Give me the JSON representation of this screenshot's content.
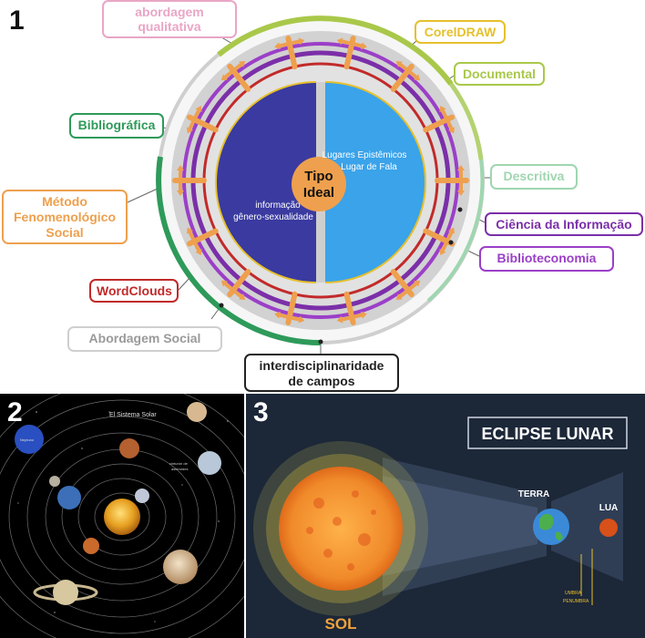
{
  "panel1": {
    "number": "1",
    "center": {
      "line1": "Tipo",
      "line2": "Ideal"
    },
    "left_text": {
      "line1": "informação",
      "line2": "gênero-sexualidade"
    },
    "right_text": {
      "line1": "Lugares Epistêmicos",
      "line2": "Lugar de Fala"
    },
    "labels": {
      "abordagem_qualitativa": {
        "line1": "abordagem",
        "line2": "qualitativa"
      },
      "coreldraw": "CorelDRAW",
      "documental": "Documental",
      "bibliografica": "Bibliográfica",
      "descritiva": "Descritiva",
      "metodo": {
        "line1": "Método",
        "line2": "Fenomenológico",
        "line3": "Social"
      },
      "ciencia": "Ciência da Informação",
      "biblioteconomia": "Biblioteconomia",
      "wordclouds": "WordClouds",
      "abordagem_social": "Abordagem Social",
      "interdisciplinaridade": {
        "line1": "interdisciplinaridade",
        "line2": "de campos"
      }
    },
    "colors": {
      "pink": "#e9a6c6",
      "yellow": "#e6c02c",
      "lime": "#a9c84a",
      "green": "#2e9a5a",
      "mint": "#9fd6b0",
      "orange": "#eea04e",
      "purple": "#7b2fa8",
      "violet": "#9b3fc8",
      "red": "#c22a2a",
      "grey": "#cfcfcf",
      "black": "#222222",
      "dark_blue": "#3a3aa0",
      "light_blue": "#3aa3ea"
    }
  },
  "panel2": {
    "number": "2",
    "title": "El Sistema Solar",
    "belt_label": {
      "line1": "cinturón de",
      "line2": "asteroides"
    },
    "neptune_label": "Neptuno"
  },
  "panel3": {
    "number": "3",
    "title": "ECLIPSE LUNAR",
    "earth": "TERRA",
    "moon": "LUA",
    "sun": "SOL",
    "umbra": "UMBRA",
    "penumbra": "PENUMBRA"
  }
}
